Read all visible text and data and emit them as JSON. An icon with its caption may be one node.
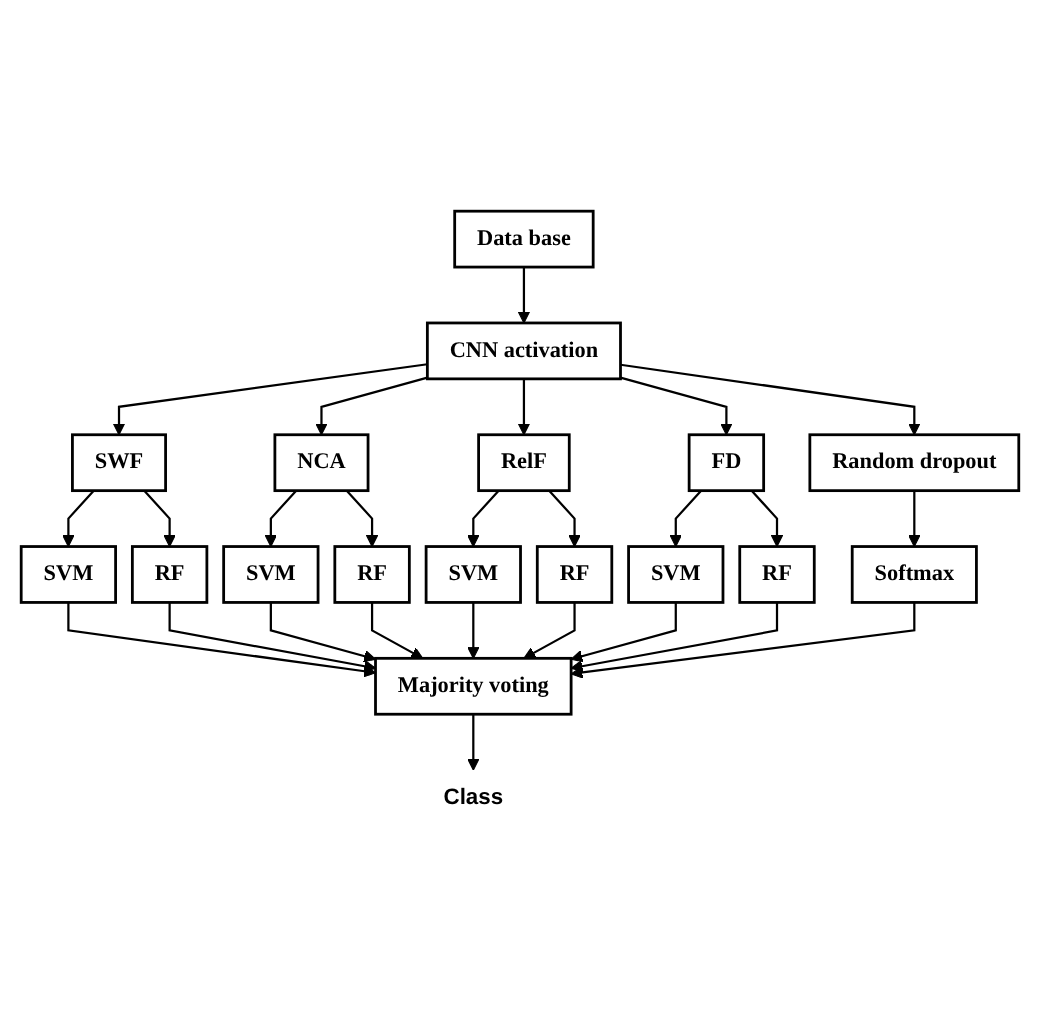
{
  "diagram": {
    "nodes": [
      {
        "text": [
          "Data base"
        ]
      },
      {
        "text": [
          "CNN activation"
        ]
      },
      {
        "text": [
          "SWF"
        ]
      },
      {
        "text": [
          "NCA"
        ]
      },
      {
        "text": [
          "RelF"
        ]
      },
      {
        "text": [
          "FD"
        ]
      },
      {
        "text": [
          "Random dropout"
        ]
      },
      {
        "text": [
          "SVM"
        ]
      },
      {
        "text": [
          "RF"
        ]
      },
      {
        "text": [
          "SVM"
        ]
      },
      {
        "text": [
          "RF"
        ]
      },
      {
        "text": [
          "SVM"
        ]
      },
      {
        "text": [
          "RF"
        ]
      },
      {
        "text": [
          "SVM"
        ]
      },
      {
        "text": [
          "RF"
        ]
      },
      {
        "text": [
          "Softmax"
        ]
      },
      {
        "text": [
          "Majority voting"
        ]
      },
      {
        "text": [
          "Class"
        ]
      }
    ],
    "edges": [
      {
        "from": 0,
        "to": 1,
        "arrow": "to"
      },
      {
        "from": 1,
        "to": 2,
        "arrow": "to"
      },
      {
        "from": 1,
        "to": 3,
        "arrow": "to"
      },
      {
        "from": 1,
        "to": 4,
        "arrow": "to"
      },
      {
        "from": 1,
        "to": 5,
        "arrow": "to"
      },
      {
        "from": 1,
        "to": 6,
        "arrow": "to"
      },
      {
        "from": 2,
        "to": 7,
        "arrow": "to"
      },
      {
        "from": 2,
        "to": 8,
        "arrow": "to"
      },
      {
        "from": 3,
        "to": 9,
        "arrow": "to"
      },
      {
        "from": 3,
        "to": 10,
        "arrow": "to"
      },
      {
        "from": 4,
        "to": 11,
        "arrow": "to"
      },
      {
        "from": 4,
        "to": 12,
        "arrow": "to"
      },
      {
        "from": 5,
        "to": 13,
        "arrow": "to"
      },
      {
        "from": 5,
        "to": 14,
        "arrow": "to"
      },
      {
        "from": 6,
        "to": 15,
        "arrow": "to"
      },
      {
        "from": 7,
        "to": 16,
        "arrow": "to"
      },
      {
        "from": 8,
        "to": 16,
        "arrow": "to"
      },
      {
        "from": 9,
        "to": 16,
        "arrow": "to"
      },
      {
        "from": 10,
        "to": 16,
        "arrow": "to"
      },
      {
        "from": 11,
        "to": 16,
        "arrow": "to"
      },
      {
        "from": 12,
        "to": 16,
        "arrow": "to"
      },
      {
        "from": 13,
        "to": 16,
        "arrow": "to"
      },
      {
        "from": 14,
        "to": 16,
        "arrow": "to"
      },
      {
        "from": 15,
        "to": 16,
        "arrow": "to"
      },
      {
        "from": 16,
        "to": 17,
        "arrow": "to"
      }
    ]
  }
}
